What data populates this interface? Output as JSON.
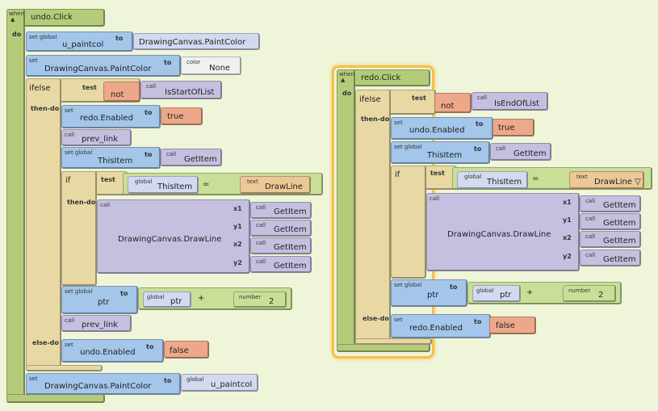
{
  "undo_event": {
    "when": "when",
    "name": "undo.Click",
    "do": "do",
    "s1": {
      "kind": "set global",
      "var": "u_paintcol",
      "to": "to",
      "val": "DrawingCanvas.PaintColor"
    },
    "s2": {
      "kind": "set",
      "var": "DrawingCanvas.PaintColor",
      "to": "to",
      "val_kind": "color",
      "val": "None"
    },
    "ifelse": {
      "label": "ifelse",
      "test": "test",
      "not": "not",
      "call": "call",
      "fn": "IsStartOfList",
      "then": "then-do",
      "else": "else-do"
    },
    "t1": {
      "kind": "set",
      "var": "redo.Enabled",
      "to": "to",
      "val": "true"
    },
    "t2": {
      "kind": "call",
      "fn": "prev_link"
    },
    "t3": {
      "kind": "set global",
      "var": "ThisItem",
      "to": "to",
      "call": "call",
      "fn": "GetItem"
    },
    "ifb": {
      "if": "if",
      "test": "test",
      "global": "global",
      "var": "ThisItem",
      "op": "=",
      "text": "text",
      "val": "DrawLine",
      "then": "then-do"
    },
    "draw": {
      "call": "call",
      "fn": "DrawingCanvas.DrawLine",
      "args": [
        "x1",
        "y1",
        "x2",
        "y2"
      ],
      "argcall": "call",
      "argfn": "GetItem"
    },
    "t4": {
      "kind": "set global",
      "var": "ptr",
      "to": "to",
      "global": "global",
      "g": "ptr",
      "op": "+",
      "num": "number",
      "n": "2"
    },
    "t5": {
      "kind": "call",
      "fn": "prev_link"
    },
    "e1": {
      "kind": "set",
      "var": "undo.Enabled",
      "to": "to",
      "val": "false"
    },
    "s3": {
      "kind": "set",
      "var": "DrawingCanvas.PaintColor",
      "to": "to",
      "global": "global",
      "val": "u_paintcol"
    }
  },
  "redo_event": {
    "when": "when",
    "name": "redo.Click",
    "do": "do",
    "ifelse": {
      "label": "ifelse",
      "test": "test",
      "not": "not",
      "call": "call",
      "fn": "IsEndOfList",
      "then": "then-do",
      "else": "else-do"
    },
    "t1": {
      "kind": "set",
      "var": "undo.Enabled",
      "to": "to",
      "val": "true"
    },
    "t2": {
      "kind": "set global",
      "var": "ThisItem",
      "to": "to",
      "call": "call",
      "fn": "GetItem"
    },
    "ifb": {
      "if": "if",
      "test": "test",
      "global": "global",
      "var": "ThisItem",
      "op": "=",
      "text": "text",
      "val": "DrawLine ▽"
    },
    "draw": {
      "call": "call",
      "fn": "DrawingCanvas.DrawLine",
      "args": [
        "x1",
        "y1",
        "x2",
        "y2"
      ],
      "argcall": "call",
      "argfn": "GetItem"
    },
    "t4": {
      "kind": "set global",
      "var": "ptr",
      "to": "to",
      "global": "global",
      "g": "ptr",
      "op": "+",
      "num": "number",
      "n": "2"
    },
    "e1": {
      "kind": "set",
      "var": "redo.Enabled",
      "to": "to",
      "val": "false"
    }
  }
}
